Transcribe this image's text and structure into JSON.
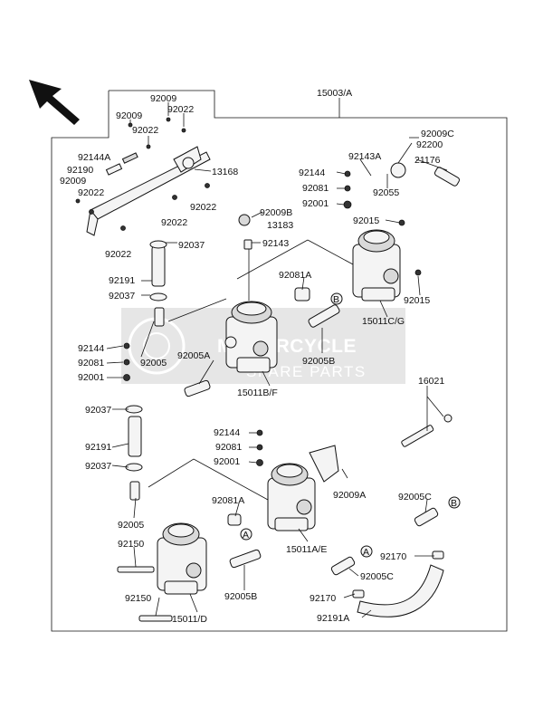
{
  "watermark": {
    "line1": "MOTORCYCLE",
    "line2": "SPARE PARTS",
    "color": "#c8c8c8"
  },
  "labels": {
    "assembly": "15003/A",
    "l92009a": "92009",
    "l92022a": "92022",
    "l92009b": "92009",
    "l92022b": "92022",
    "l92144A": "92144A",
    "l92190": "92190",
    "l92009c": "92009",
    "l92022c": "92022",
    "l13168": "13168",
    "l92022d": "92022",
    "l92022e": "92022",
    "l92022f": "92022",
    "l92037a": "92037",
    "l92009B": "92009B",
    "l13183": "13183",
    "l92143": "92143",
    "l92191a": "92191",
    "l92037b": "92037",
    "l92081Aa": "92081A",
    "l92144a": "92144",
    "l92081a": "92081",
    "l92001a": "92001",
    "l92005a": "92005",
    "l92005A": "92005A",
    "l15011BF": "15011B/F",
    "l92005Ba": "92005B",
    "l92009C": "92009C",
    "l92200": "92200",
    "l92143A": "92143A",
    "l21176": "21176",
    "l92144b": "92144",
    "l92081b": "92081",
    "l92055": "92055",
    "l92001b": "92001",
    "l92015a": "92015",
    "l92015b": "92015",
    "l15011CG": "15011C/G",
    "l16021": "16021",
    "l92037c": "92037",
    "l92144c": "92144",
    "l92081c": "92081",
    "l92001c": "92001",
    "l92191b": "92191",
    "l92037d": "92037",
    "l92009A": "92009A",
    "l92005b": "92005",
    "l92081Ab": "92081A",
    "l92005C": "92005C",
    "l92150a": "92150",
    "l15011AE": "15011A/E",
    "l92170a": "92170",
    "l92005Cb": "92005C",
    "l92005Bb": "92005B",
    "l92170b": "92170",
    "l92150b": "92150",
    "l15011D": "15011/D",
    "l92191A": "92191A",
    "markA1": "A",
    "markA2": "A",
    "markB1": "B",
    "markB2": "B"
  }
}
